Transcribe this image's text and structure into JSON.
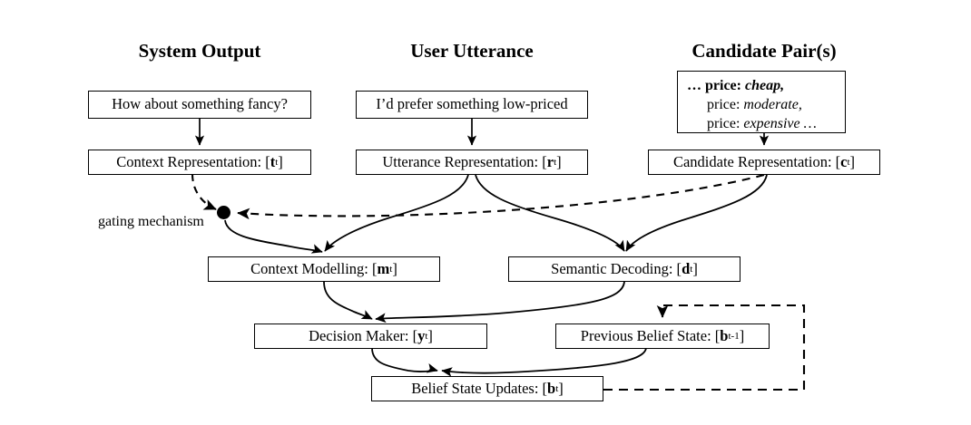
{
  "diagram": {
    "title_columns": [
      {
        "id": "system-output",
        "label": "System Output"
      },
      {
        "id": "user-utterance",
        "label": "User Utterance"
      },
      {
        "id": "candidate-pairs",
        "label": "Candidate Pair(s)"
      }
    ],
    "nodes": {
      "system_output_text": "How about something fancy?",
      "user_utterance_text": "I’d prefer something low-priced",
      "candidate_lines": [
        {
          "prefix": "… price:",
          "value": "cheap,"
        },
        {
          "prefix": "price:",
          "value": "moderate,"
        },
        {
          "prefix": "price:",
          "value": "expensive …"
        }
      ],
      "context_representation": {
        "text": "Context Representation: [",
        "vec": "t",
        "sub": "t",
        "close": "]"
      },
      "utterance_representation": {
        "text": "Utterance Representation: [",
        "vec": "r",
        "sub": "t",
        "close": "]"
      },
      "candidate_representation": {
        "text": "Candidate Representation: [",
        "vec": "c",
        "sub": "t",
        "close": "]"
      },
      "context_modelling": {
        "text": "Context Modelling: [",
        "vec": "m",
        "sub": "t",
        "close": "]"
      },
      "semantic_decoding": {
        "text": "Semantic Decoding: [",
        "vec": "d",
        "sub": "t",
        "close": "]"
      },
      "decision_maker": {
        "text": "Decision Maker: [",
        "vec": "y",
        "sub": "t",
        "close": "]"
      },
      "previous_belief_state": {
        "text": "Previous Belief State: [",
        "vec": "b",
        "sub": "t-1",
        "close": "]"
      },
      "belief_state_updates": {
        "text": "Belief State Updates: [",
        "vec": "b",
        "sub": "t",
        "close": "]"
      }
    },
    "labels": {
      "gating_mechanism": "gating mechanism"
    },
    "colors": {
      "stroke": "#000000",
      "background": "#ffffff",
      "gating_node": "#000000"
    }
  }
}
